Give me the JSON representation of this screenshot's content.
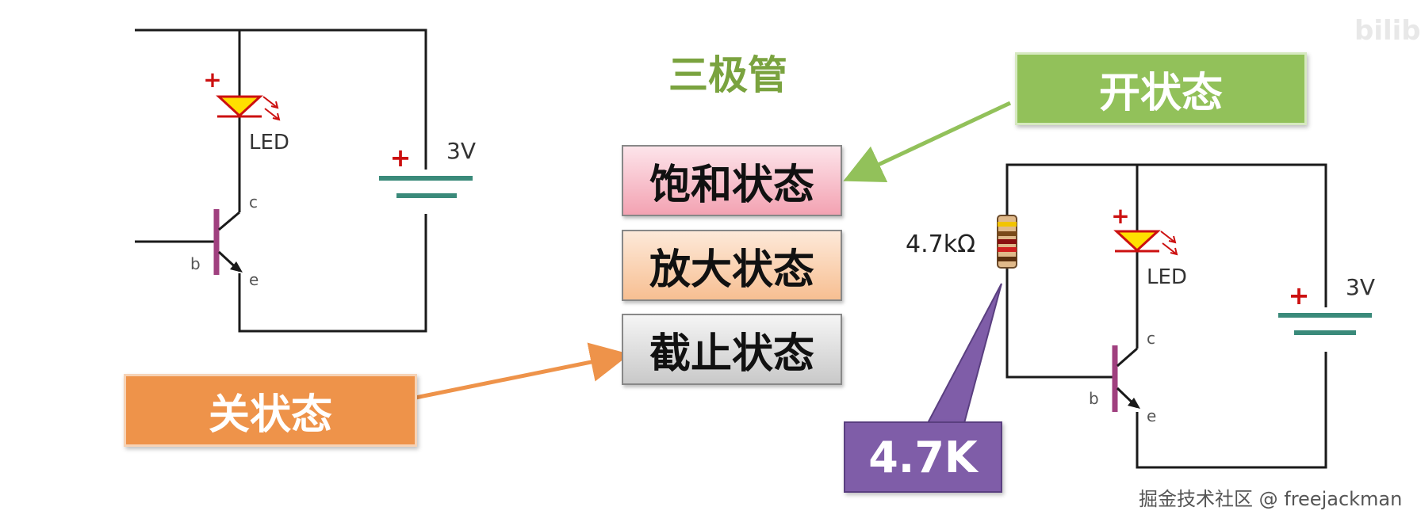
{
  "title": "三极管",
  "states": [
    {
      "label": "饱和状态",
      "color_top": "#fde4ea",
      "color_bottom": "#f3a2b2"
    },
    {
      "label": "放大状态",
      "color_top": "#fde9d9",
      "color_bottom": "#f7bf92"
    },
    {
      "label": "截止状态",
      "color_top": "#f5f5f5",
      "color_bottom": "#c9c9c9"
    }
  ],
  "callouts": {
    "on": {
      "label": "开状态",
      "color": "#92c15a"
    },
    "off": {
      "label": "关状态",
      "color": "#ee934a"
    },
    "resistor": {
      "label": "4.7K",
      "color": "#7f5da8"
    }
  },
  "left_circuit": {
    "led_label": "LED",
    "led_plus": "+",
    "battery_plus": "+",
    "battery_voltage": "3V",
    "collector": "c",
    "base": "b",
    "emitter": "e"
  },
  "right_circuit": {
    "resistor_value": "4.7kΩ",
    "led_label": "LED",
    "led_plus": "+",
    "battery_plus": "+",
    "battery_voltage": "3V",
    "collector": "c",
    "base": "b",
    "emitter": "e"
  },
  "watermark": "掘金技术社区 @ freejackman",
  "logo": "bilibili",
  "colors": {
    "wire": "#1a1a1a",
    "led_fill": "#ffe000",
    "led_stroke": "#cc1010",
    "plus": "#cc1010",
    "battery": "#3a8a7a",
    "transistor_base": "#a0407f",
    "title": "#7aa33f",
    "arrow_on": "#92c15a",
    "arrow_off": "#ee934a"
  }
}
